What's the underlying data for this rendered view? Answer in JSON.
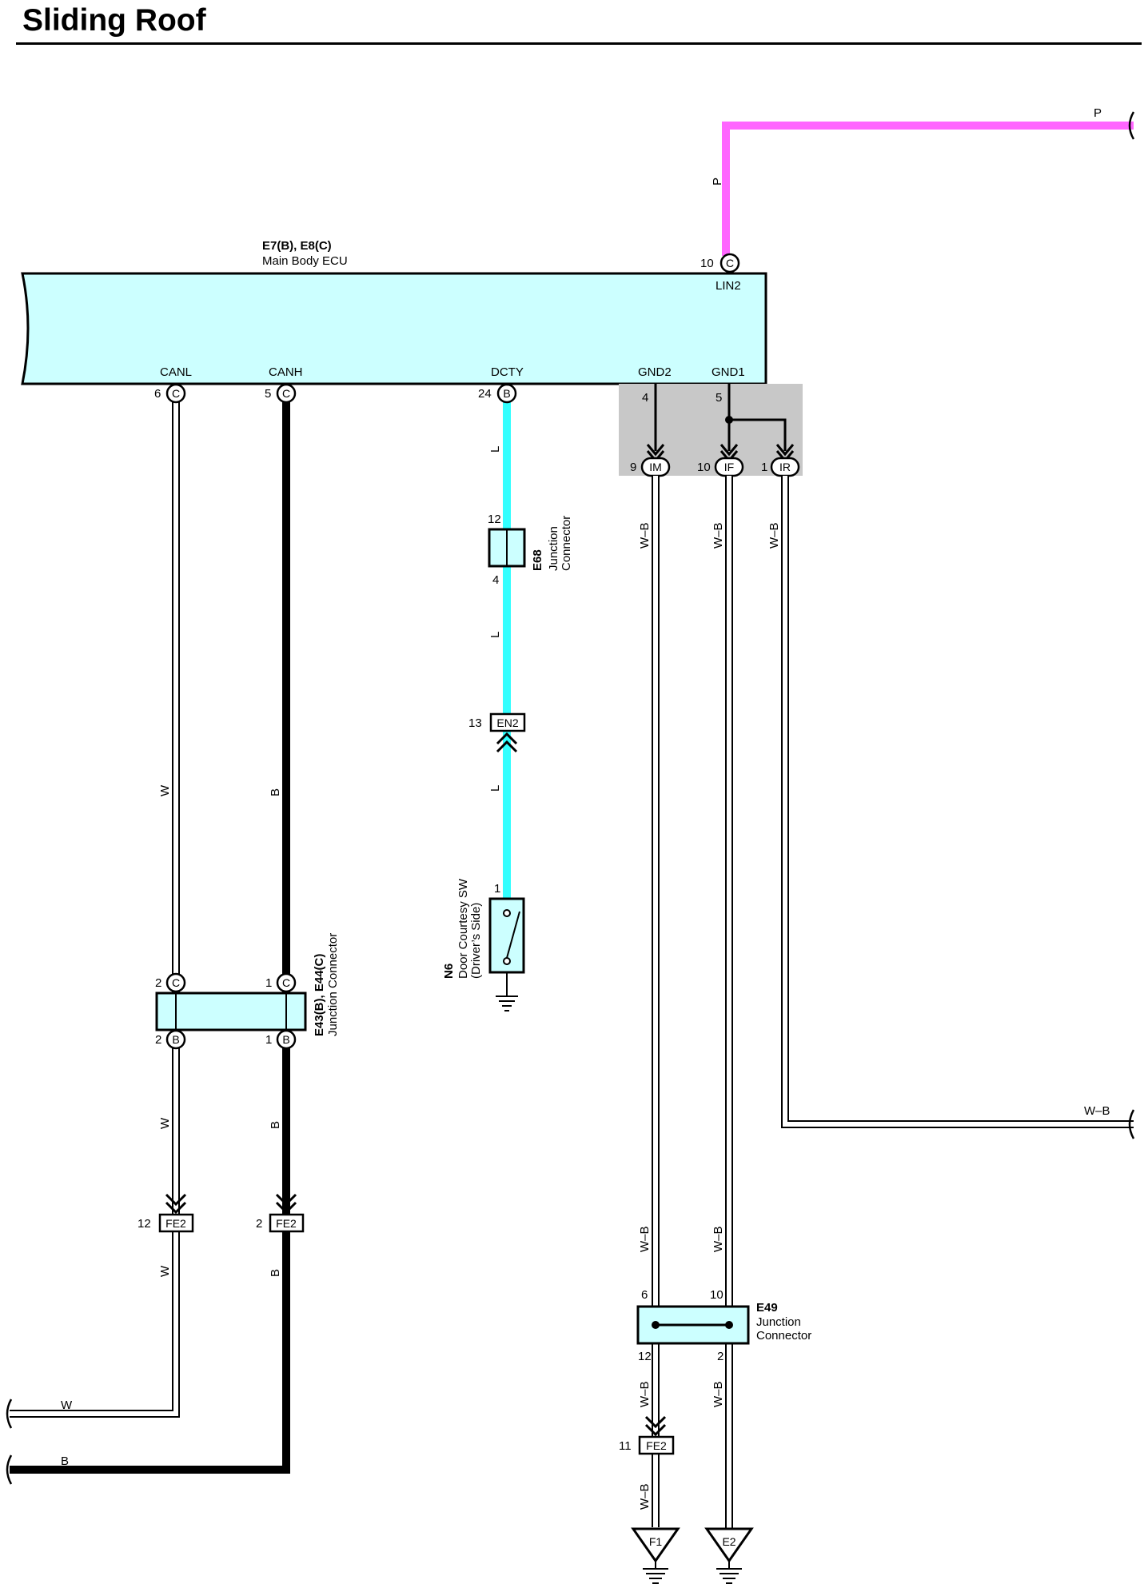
{
  "title": "Sliding Roof",
  "colors": {
    "ecu_fill": "#ccffff",
    "wire_pink": "#ff66ff",
    "wire_cyan": "#33ffff",
    "shade": "#c8c8c8"
  },
  "ecu": {
    "code": "E7(B), E8(C)",
    "name": "Main Body ECU",
    "terminals": {
      "lin2": {
        "pin": "10",
        "conn": "C",
        "label": "LIN2"
      },
      "canl": {
        "pin": "6",
        "conn": "C",
        "label": "CANL"
      },
      "canh": {
        "pin": "5",
        "conn": "C",
        "label": "CANH"
      },
      "dcty": {
        "pin": "24",
        "conn": "B",
        "label": "DCTY"
      },
      "gnd2": {
        "pin": "4",
        "label": "GND2"
      },
      "gnd1": {
        "pin": "5",
        "label": "GND1"
      }
    }
  },
  "wire_colors": {
    "p": "P",
    "w": "W",
    "b": "B",
    "l": "L",
    "wb": "W–B"
  },
  "ground_points": {
    "im": {
      "pin": "9",
      "id": "IM"
    },
    "if": {
      "pin": "10",
      "id": "IF"
    },
    "ir": {
      "pin": "1",
      "id": "IR"
    }
  },
  "e68": {
    "code": "E68",
    "name_line1": "Junction",
    "name_line2": "Connector",
    "pin_top": "12",
    "pin_bottom": "4"
  },
  "en2": {
    "pin": "13",
    "id": "EN2"
  },
  "n6": {
    "code": "N6",
    "name_line1": "Door Courtesy SW",
    "name_line2": "(Driver’s Side)",
    "pin": "1"
  },
  "e43e44": {
    "code": "E43(B), E44(C)",
    "name": "Junction Connector",
    "top_left": {
      "pin": "2",
      "conn": "C"
    },
    "top_right": {
      "pin": "1",
      "conn": "C"
    },
    "bottom_left": {
      "pin": "2",
      "conn": "B"
    },
    "bottom_right": {
      "pin": "1",
      "conn": "B"
    }
  },
  "fe2_w": {
    "pin": "12",
    "id": "FE2"
  },
  "fe2_b": {
    "pin": "2",
    "id": "FE2"
  },
  "fe2_wb": {
    "pin": "11",
    "id": "FE2"
  },
  "e49": {
    "code": "E49",
    "name_line1": "Junction",
    "name_line2": "Connector",
    "pin_tl": "6",
    "pin_tr": "10",
    "pin_bl": "12",
    "pin_br": "2"
  },
  "grounds": {
    "f1": "F1",
    "e2": "E2"
  }
}
